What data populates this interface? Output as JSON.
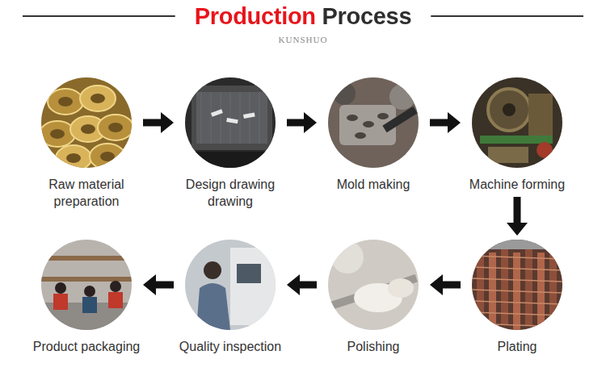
{
  "diagram": {
    "title": "Production Process",
    "nodes": [
      {
        "text": [
          "Raw material preparation"
        ]
      },
      {
        "text": [
          "Design drawing drawing"
        ]
      },
      {
        "text": [
          "Mold making"
        ]
      },
      {
        "text": [
          "Machine forming"
        ]
      },
      {
        "text": [
          "Plating"
        ]
      },
      {
        "text": [
          "Polishing"
        ]
      },
      {
        "text": [
          "Quality inspection"
        ]
      },
      {
        "text": [
          "Product packaging"
        ]
      }
    ],
    "edges": [
      {
        "from": 0,
        "to": 1,
        "arrow": "to"
      },
      {
        "from": 1,
        "to": 2,
        "arrow": "to"
      },
      {
        "from": 2,
        "to": 3,
        "arrow": "to"
      },
      {
        "from": 3,
        "to": 4,
        "arrow": "to"
      },
      {
        "from": 4,
        "to": 5,
        "arrow": "to"
      },
      {
        "from": 5,
        "to": 6,
        "arrow": "to"
      },
      {
        "from": 6,
        "to": 7,
        "arrow": "to"
      }
    ],
    "labels": [
      "KUNSHUO"
    ]
  }
}
